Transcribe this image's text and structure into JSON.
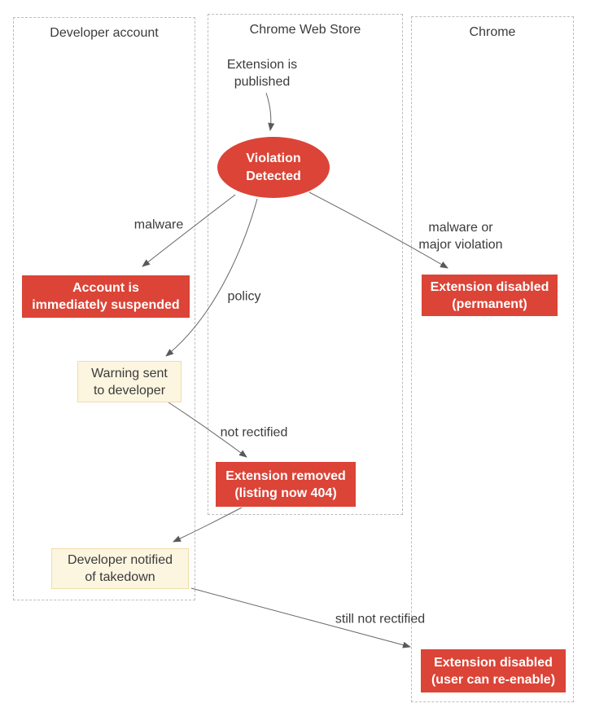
{
  "diagram": {
    "title_hint": "Chrome Web Store violation enforcement flow",
    "lanes": [
      {
        "id": "developer-account",
        "title": "Developer account"
      },
      {
        "id": "chrome-web-store",
        "title": "Chrome Web Store"
      },
      {
        "id": "chrome",
        "title": "Chrome"
      }
    ],
    "nodes": {
      "published": {
        "type": "text",
        "label": "Extension is\npublished"
      },
      "violation": {
        "type": "ellipse",
        "label": "Violation\nDetected"
      },
      "account_suspended": {
        "type": "red",
        "label": "Account is\nimmediately suspended"
      },
      "extension_disabled_permanent": {
        "type": "red",
        "label": "Extension disabled\n(permanent)"
      },
      "warning_sent": {
        "type": "note",
        "label": "Warning sent\nto developer"
      },
      "extension_removed": {
        "type": "red",
        "label": "Extension removed\n(listing now 404)"
      },
      "developer_notified": {
        "type": "note",
        "label": "Developer notified\nof takedown"
      },
      "extension_disabled_reenable": {
        "type": "red",
        "label": "Extension disabled\n(user can re-enable)"
      }
    },
    "edge_labels": {
      "malware": "malware",
      "policy": "policy",
      "malware_or_major": "malware or\nmajor violation",
      "not_rectified": "not rectified",
      "still_not_rectified": "still not rectified"
    },
    "colors": {
      "node_red": "#DB4437",
      "node_red_text": "#FFFFFF",
      "note_fill": "#FCF5E0",
      "note_border": "#F0DEA6",
      "text": "#3B3B3B",
      "connector": "#666666",
      "arrowhead": "#58595B",
      "lane_border": "#BDBDBD",
      "background": "#FFFFFF"
    }
  }
}
